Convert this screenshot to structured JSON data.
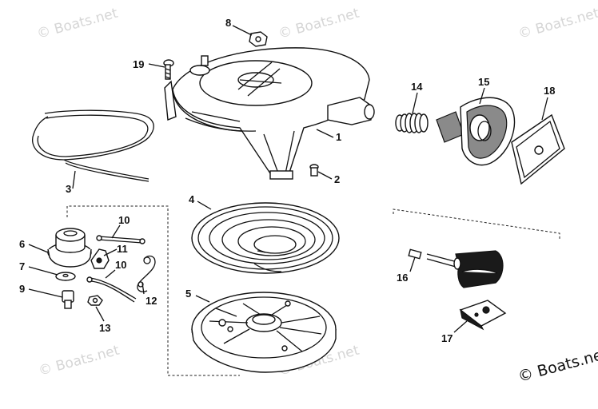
{
  "watermarks": {
    "w1": "© Boats.net",
    "w2": "© Boats.net",
    "w3": "© Boats.net",
    "w4": "© Boats.net",
    "w5": "© Boats.net",
    "w6": "© Boats.net"
  },
  "callouts": {
    "c1": "1",
    "c2": "2",
    "c3": "3",
    "c4": "4",
    "c5": "5",
    "c6": "6",
    "c7": "7",
    "c8": "8",
    "c9": "9",
    "c10a": "10",
    "c10b": "10",
    "c11": "11",
    "c12": "12",
    "c13": "13",
    "c14": "14",
    "c15": "15",
    "c16": "16",
    "c17": "17",
    "c18": "18",
    "c19": "19"
  }
}
